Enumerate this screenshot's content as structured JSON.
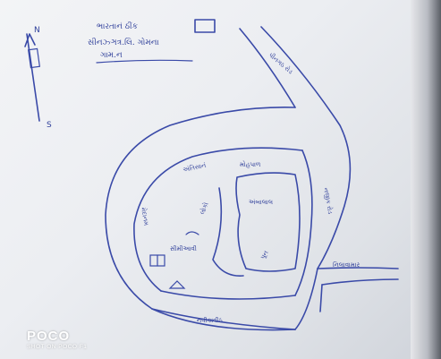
{
  "map": {
    "header_lines": [
      "ભારતાનં ઠીંક",
      "સીનઝ્ઞત્ર.લિ. ગોમના",
      "ગામ.ન"
    ],
    "north_label": "N",
    "south_label": "S",
    "road_labels": {
      "top_right": "પીનગઠ રોડ",
      "inner_top": "અંતિસાનં",
      "inner_right_top": "મોહપાળ",
      "inner_middle": "અંબાલાલ",
      "inner_center": "લોકો",
      "right_vertical": "નજીક રોડ",
      "left_inner": "મેદાનમ",
      "mid_left": "સીમીઆવી",
      "bottom_inner": "પૂન",
      "right_road": "નિલાવામાર",
      "bottom_road": "નવીકાવીઠ"
    }
  },
  "watermark": {
    "brand": "POCO",
    "subtitle": "SHOT ON POCO F1"
  }
}
